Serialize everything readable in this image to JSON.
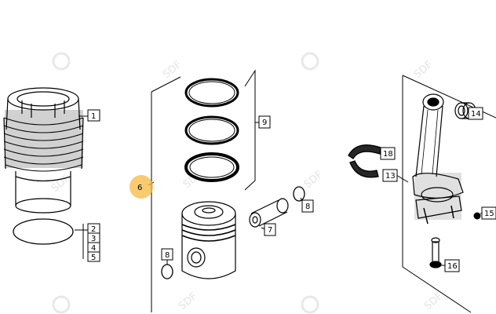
{
  "watermark": "SDF",
  "callouts": [
    {
      "id": "c1",
      "text": "1"
    },
    {
      "id": "c2",
      "text": "2"
    },
    {
      "id": "c3",
      "text": "3"
    },
    {
      "id": "c4",
      "text": "4"
    },
    {
      "id": "c5",
      "text": "5"
    },
    {
      "id": "c6",
      "text": "6"
    },
    {
      "id": "c7",
      "text": "7"
    },
    {
      "id": "c8a",
      "text": "8"
    },
    {
      "id": "c8b",
      "text": "8"
    },
    {
      "id": "c9",
      "text": "9"
    },
    {
      "id": "c13",
      "text": "13"
    },
    {
      "id": "c14",
      "text": "14"
    },
    {
      "id": "c15",
      "text": "15"
    },
    {
      "id": "c16",
      "text": "16"
    },
    {
      "id": "c18",
      "text": "18"
    }
  ],
  "colors": {
    "highlight": "#f5b942",
    "line": "#000000",
    "watermark": "#e4e4e4"
  }
}
